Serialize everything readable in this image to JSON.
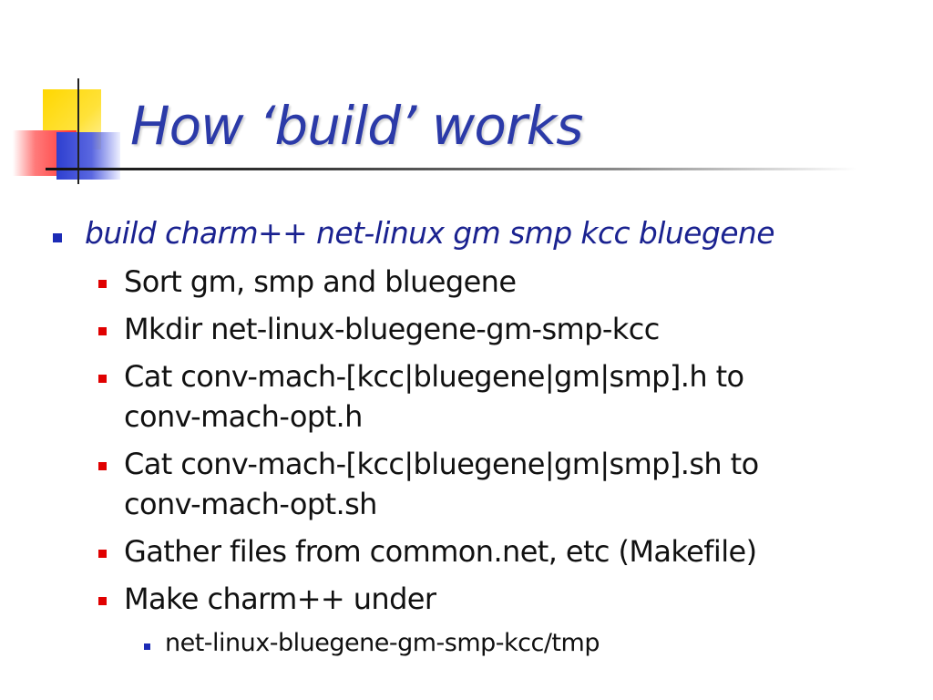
{
  "slide": {
    "title": "How ‘build’ works",
    "main_bullet": "build charm++ net-linux gm smp kcc bluegene",
    "sub_bullets": [
      {
        "lines": [
          "Sort gm, smp and bluegene"
        ]
      },
      {
        "lines": [
          "Mkdir net-linux-bluegene-gm-smp-kcc"
        ]
      },
      {
        "lines": [
          "Cat conv-mach-[kcc|bluegene|gm|smp].h to",
          "conv-mach-opt.h"
        ]
      },
      {
        "lines": [
          "Cat conv-mach-[kcc|bluegene|gm|smp].sh to",
          "conv-mach-opt.sh"
        ]
      },
      {
        "lines": [
          "Gather files from common.net, etc (Makefile)"
        ]
      },
      {
        "lines": [
          "Make charm++ under"
        ]
      }
    ],
    "sub_sub_bullet": "net-linux-bluegene-gm-smp-kcc/tmp"
  },
  "colors": {
    "title": "#2b3aa8",
    "main_bullet_text": "#1a2290",
    "sub_bullet_marker": "#e00000",
    "blue_marker": "#1c2bb6"
  }
}
